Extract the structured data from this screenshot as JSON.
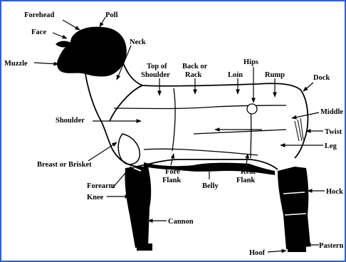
{
  "diagram": {
    "labels": {
      "forehead": "Forehead",
      "poll": "Poll",
      "face": "Face",
      "neck": "Neck",
      "muzzle": "Muzzle",
      "top_of_shoulder_1": "Top of",
      "top_of_shoulder_2": "Shoulder",
      "back_or_rack_1": "Back or",
      "back_or_rack_2": "Rack",
      "loin": "Loin",
      "hips": "Hips",
      "rump": "Rump",
      "dock": "Dock",
      "shoulder": "Shoulder",
      "middle": "Middle",
      "twist": "Twist",
      "leg": "Leg",
      "breast_or_brisket": "Breast or Brisket",
      "fore_flank_1": "Fore",
      "fore_flank_2": "Flank",
      "belly": "Belly",
      "rear_flank_1": "Rear",
      "rear_flank_2": "Flank",
      "forearm": "Forearm",
      "knee": "Knee",
      "hock": "Hock",
      "cannon": "Cannon",
      "pastern": "Pastern",
      "hoof": "Hoof"
    }
  }
}
